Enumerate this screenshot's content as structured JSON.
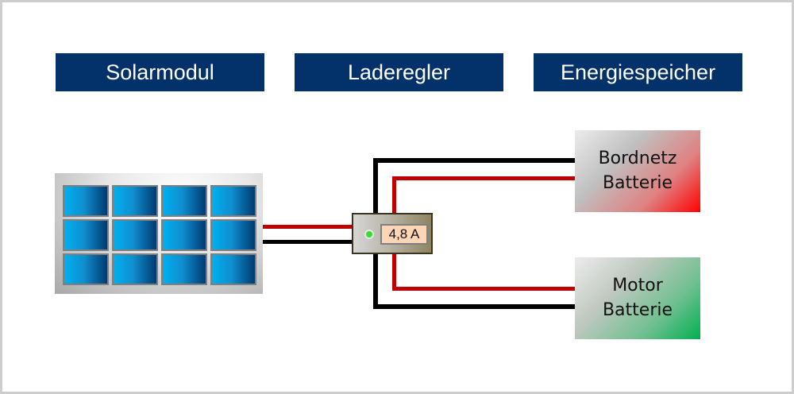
{
  "headers": {
    "solar": "Solarmodul",
    "controller": "Laderegler",
    "storage": "Energiespeicher"
  },
  "solar_panel": {
    "rows": 3,
    "columns": 4
  },
  "controller": {
    "current_reading": "4,8 A",
    "status_led": "on"
  },
  "batteries": [
    {
      "line1": "Bordnetz",
      "line2": "Batterie",
      "color": "#ff0000"
    },
    {
      "line1": "Motor",
      "line2": "Batterie",
      "color": "#00b050"
    }
  ],
  "colors": {
    "header_bg": "#03326a",
    "wire_positive": "#c00000",
    "wire_negative": "#000000",
    "led": "#33dd33",
    "display_bg": "#fbd5b5"
  }
}
